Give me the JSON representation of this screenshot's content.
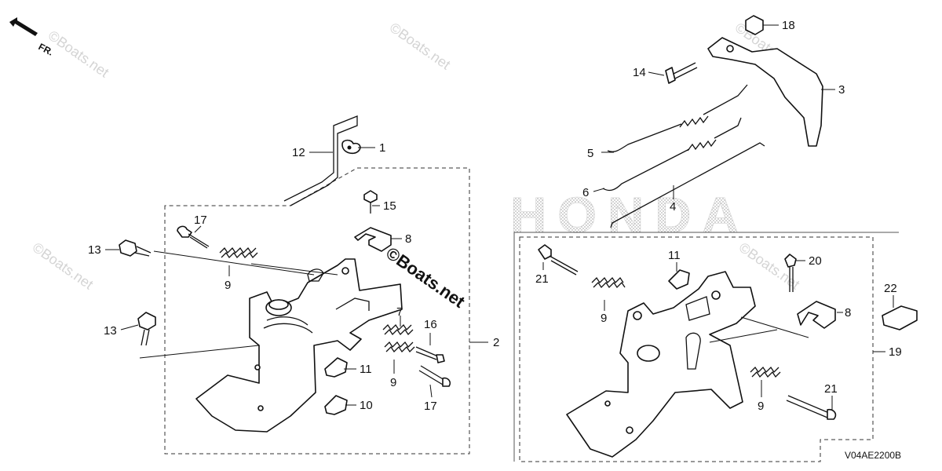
{
  "orientation": {
    "label": "FR."
  },
  "brand_text": "HONDA",
  "watermark": "©Boats.net",
  "big_watermark": "©Boats.net",
  "diagram_code": "V04AE2200B",
  "callouts": {
    "p1": "1",
    "p2": "2",
    "p3": "3",
    "p4": "4",
    "p5": "5",
    "p6": "6",
    "p7": "7",
    "p8a": "8",
    "p8b": "8",
    "p9a": "9",
    "p9b": "9",
    "p9c": "9",
    "p9d": "9",
    "p10": "10",
    "p11a": "11",
    "p11b": "11",
    "p12": "12",
    "p13a": "13",
    "p13b": "13",
    "p14": "14",
    "p15": "15",
    "p16": "16",
    "p17a": "17",
    "p17b": "17",
    "p18": "18",
    "p19": "19",
    "p20": "20",
    "p21a": "21",
    "p21b": "21",
    "p22": "22"
  }
}
